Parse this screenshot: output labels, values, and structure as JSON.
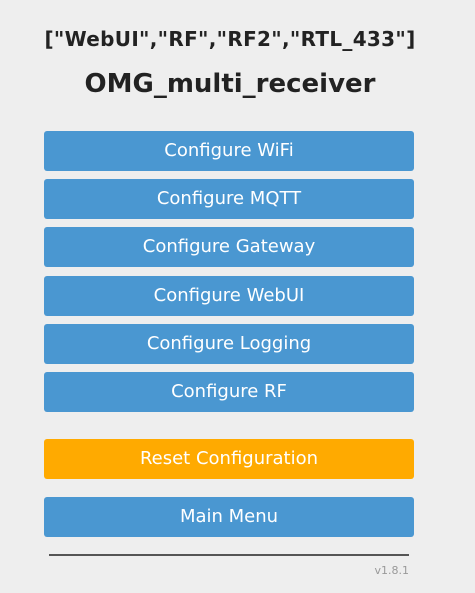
{
  "header": {
    "modules": "[\"WebUI\",\"RF\",\"RF2\",\"RTL_433\"]",
    "title": "OMG_multi_receiver"
  },
  "menu": {
    "configure_wifi": "Configure WiFi",
    "configure_mqtt": "Configure MQTT",
    "configure_gateway": "Configure Gateway",
    "configure_webui": "Configure WebUI",
    "configure_logging": "Configure Logging",
    "configure_rf": "Configure RF",
    "reset_configuration": "Reset Configuration",
    "main_menu": "Main Menu"
  },
  "footer": {
    "version": "v1.8.1"
  },
  "colors": {
    "button_blue": "#4a97d1",
    "button_reset": "#ffaa00",
    "background": "#eeeeee"
  }
}
